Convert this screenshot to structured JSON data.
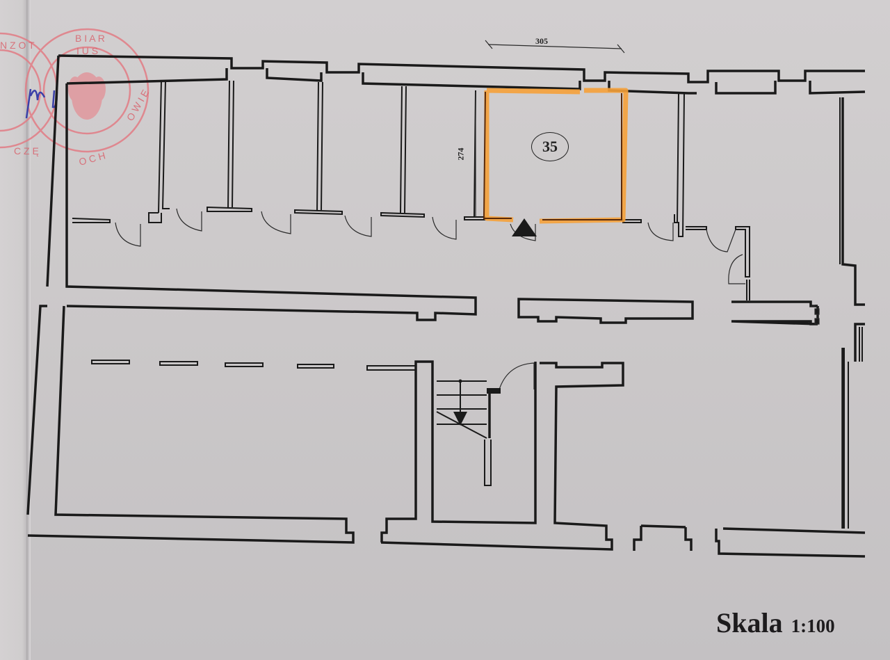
{
  "document": {
    "type": "floor-plan",
    "highlight_color": "#f5a13a",
    "wall_color": "#1a1a1a",
    "stamp_color": "#e0707a",
    "signature_color": "#3a3fa8"
  },
  "stamp": {
    "text_fragments": [
      "N",
      "Z",
      "O",
      "T",
      "B",
      "I",
      "A",
      "R",
      "I",
      "U",
      "S",
      "CZĘ",
      "OCHOWIE"
    ],
    "emblem": "eagle-emblem"
  },
  "highlighted_room": {
    "number": "35",
    "width_dimension": "305",
    "depth_dimension": "274"
  },
  "stairs": {
    "direction": "down"
  },
  "scale": {
    "word": "Skala",
    "ratio": "1:100"
  }
}
